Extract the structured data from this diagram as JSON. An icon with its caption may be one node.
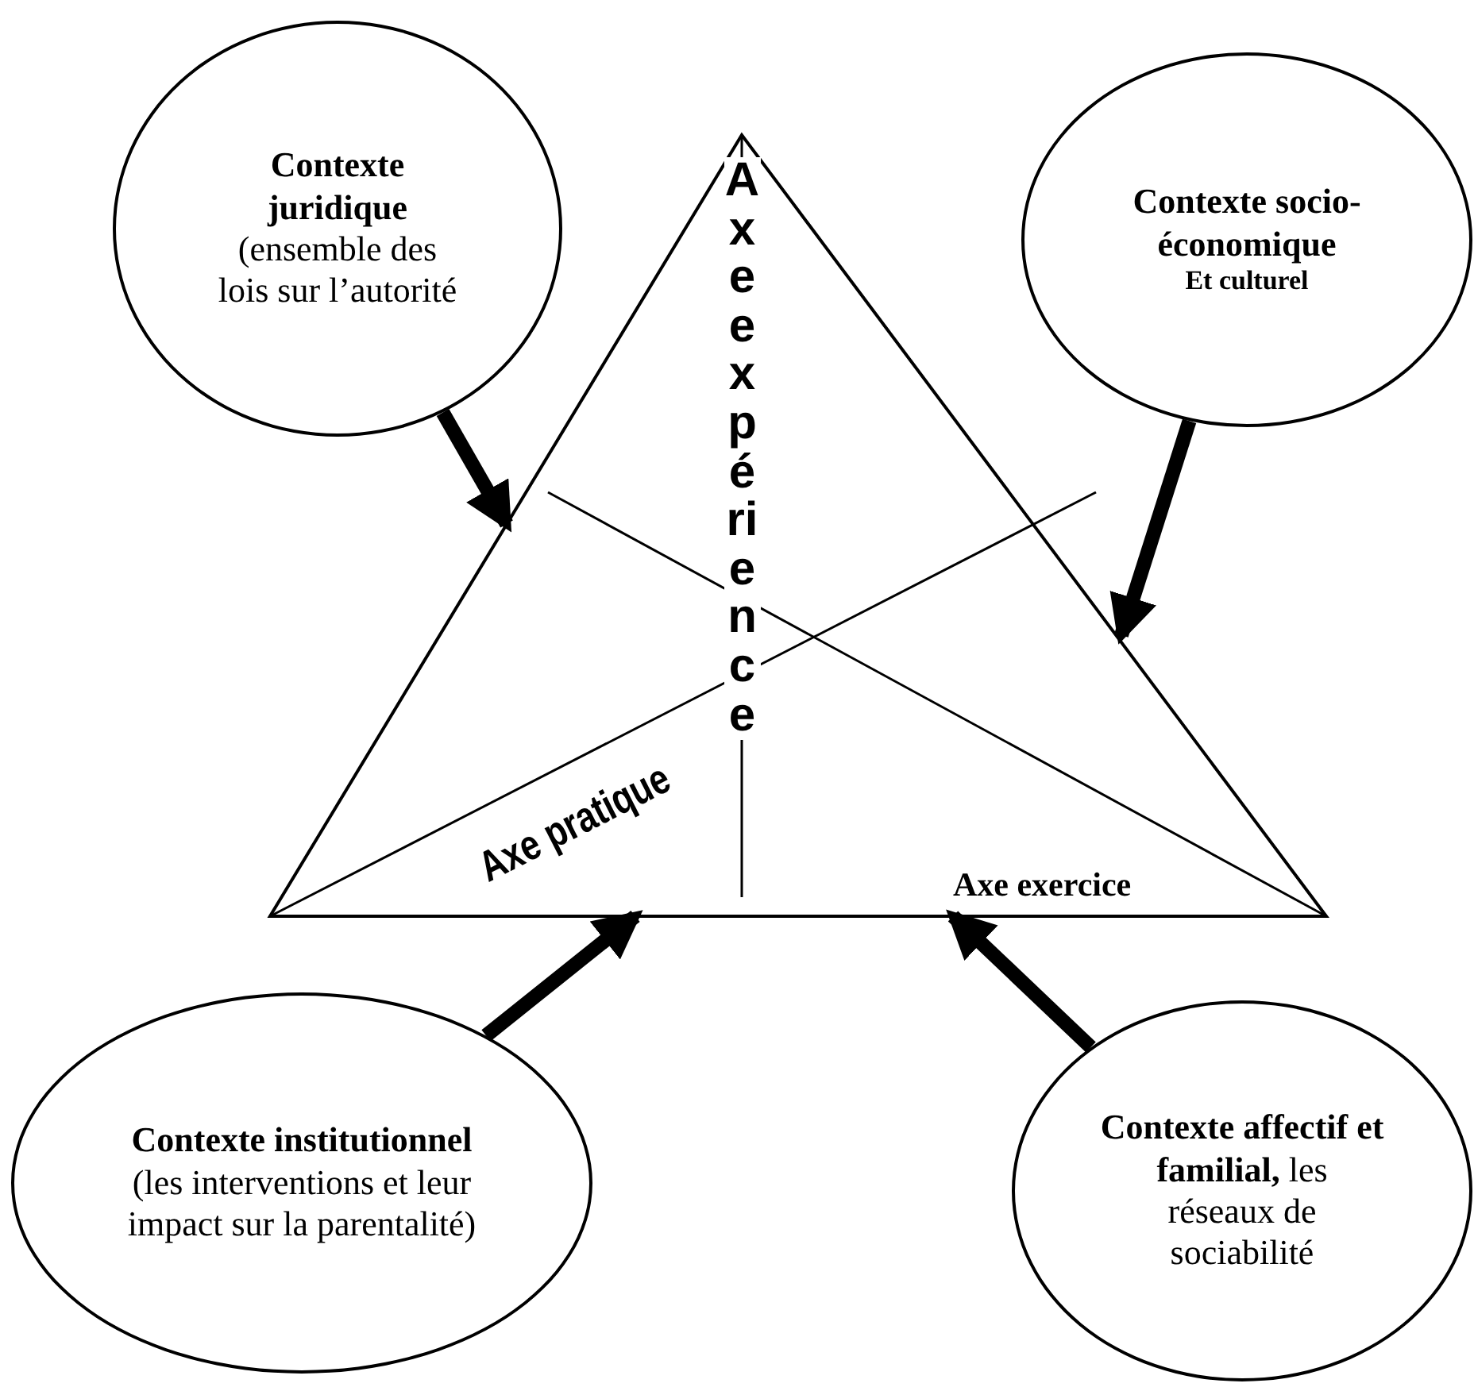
{
  "diagram": {
    "nodes": [
      {
        "text": [
          "Contexte juridique",
          "(ensemble des lois sur l’autorité"
        ]
      },
      {
        "text": [
          "Contexte socio-économique",
          "Et culturel"
        ]
      },
      {
        "text": [
          "Axe expérience",
          "Axe pratique",
          "Axe exercice"
        ]
      },
      {
        "text": [
          "Contexte institutionnel",
          "(les interventions et leur impact sur la parentalité)"
        ]
      },
      {
        "text": [
          "**Contexte affectif et familial,** les réseaux de sociabilité"
        ]
      }
    ],
    "edges": [
      {
        "from": 0,
        "to": 2,
        "arrow": "to"
      },
      {
        "from": 1,
        "to": 2,
        "arrow": "to"
      },
      {
        "from": 3,
        "to": 2,
        "arrow": "to"
      },
      {
        "from": 4,
        "to": 2,
        "arrow": "to"
      }
    ]
  }
}
